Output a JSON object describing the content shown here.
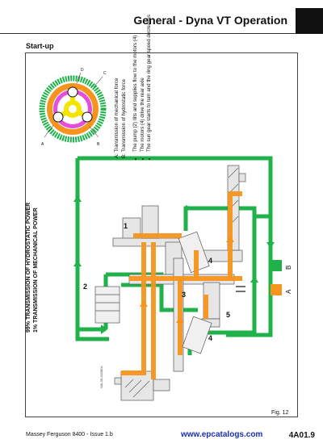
{
  "header": {
    "title": "General - Dyna VT Operation"
  },
  "section": {
    "title": "Start-up"
  },
  "diagram": {
    "power_line_1": "99% TRANSMISSION OF HYDROSTATIC POWER",
    "power_line_2": "1% TRANSMISSION OF MECHANICAL POWER",
    "gear_letters": [
      "A",
      "B",
      "C",
      "D"
    ],
    "component_numbers": [
      "1",
      "2",
      "3",
      "4",
      "4",
      "5"
    ],
    "legend": [
      {
        "letter": "A",
        "color": "#f7941d"
      },
      {
        "letter": "B",
        "color": "#1fb24a"
      }
    ],
    "ref_code": "WA-05-0028EA",
    "fig_label": "Fig. 12"
  },
  "notes": {
    "a": "A: Transmission of mechanical force",
    "b": "B: Transmission of hydrostatic force",
    "bullets": [
      "The pump (2) tilts and supplies flow to the motors (4)",
      "The motors (4) drive the rear axle",
      "The sun gear starts to turn and the ring gear speed decreases"
    ]
  },
  "footer": {
    "left": "Massey Ferguson 8400 - Issue 1.b",
    "url": "www.epcatalogs.com",
    "page": "4A01.9"
  },
  "colors": {
    "orange": "#f7941d",
    "green": "#1fb24a",
    "magenta": "#e23ad6",
    "yellow": "#f2e600"
  }
}
